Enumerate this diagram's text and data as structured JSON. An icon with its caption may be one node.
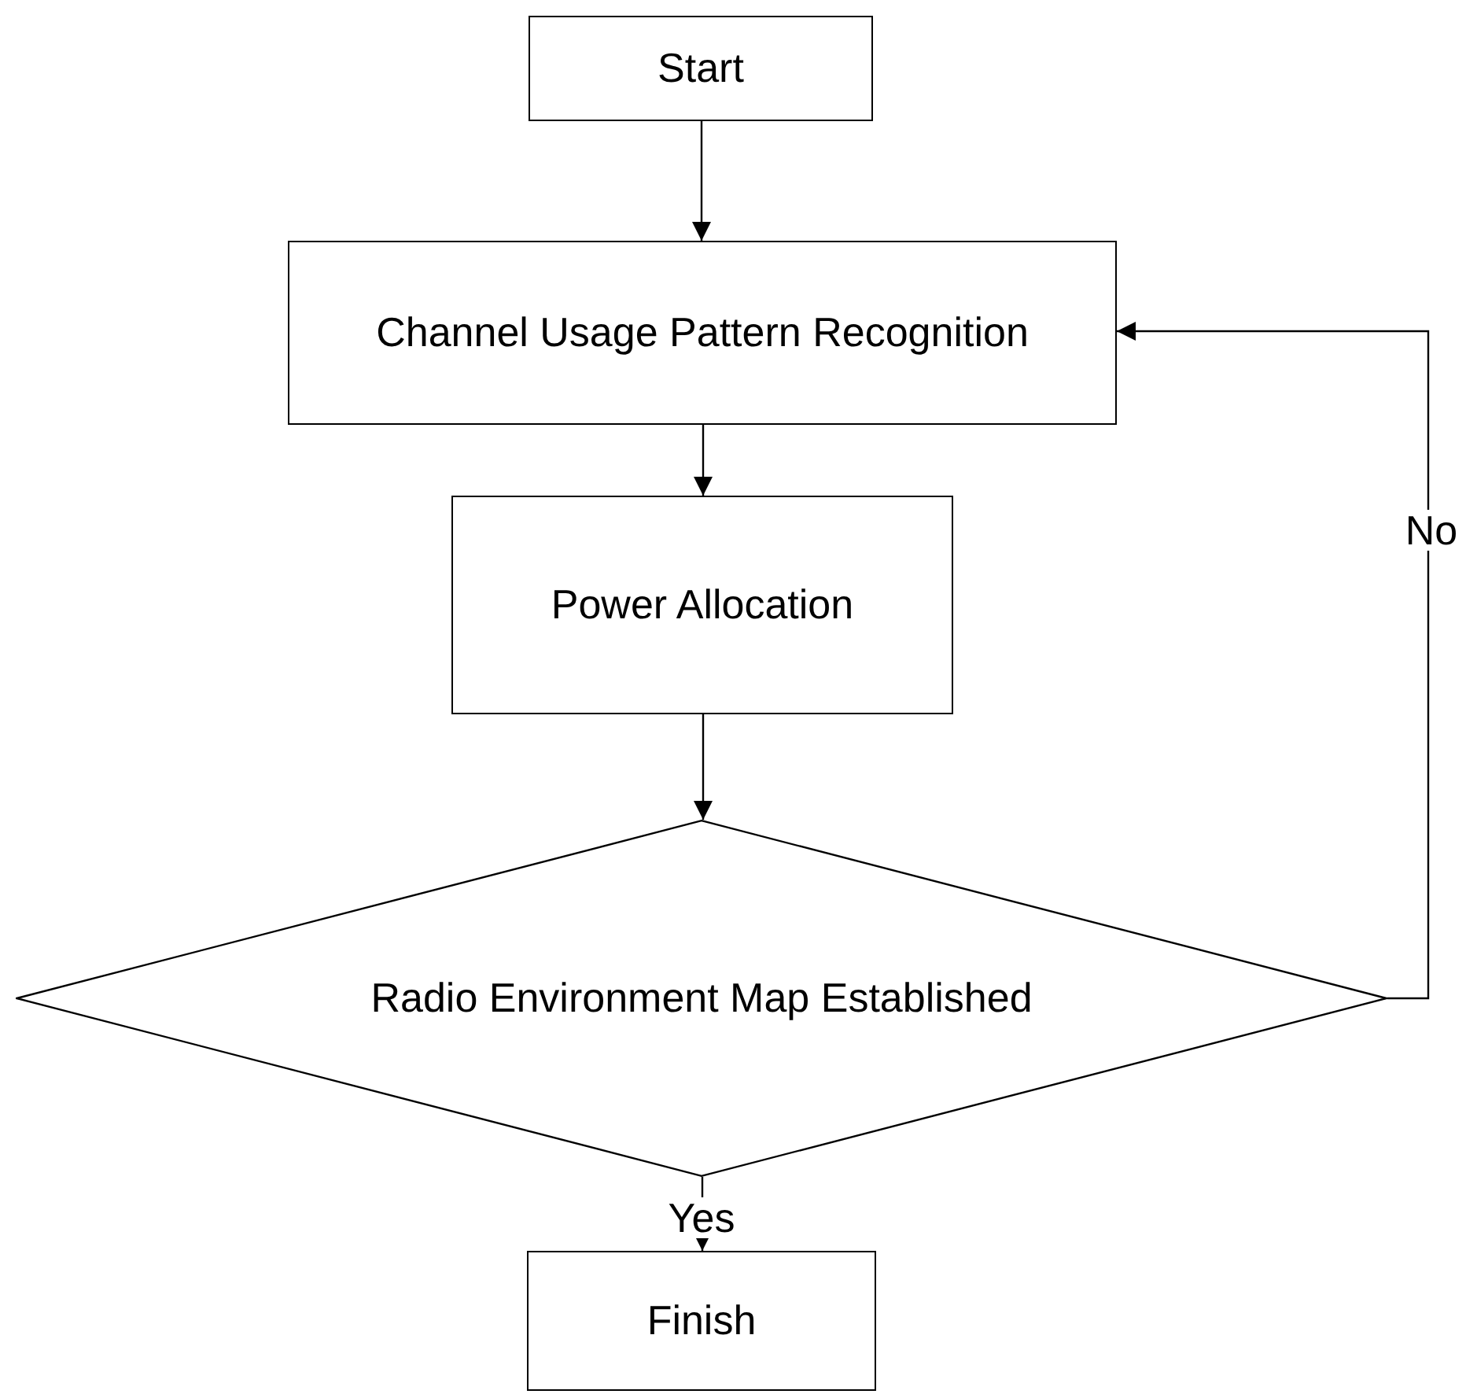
{
  "diagram": {
    "nodes": [
      {
        "text": [
          "Start"
        ]
      },
      {
        "text": [
          "Channel Usage Pattern Recognition"
        ]
      },
      {
        "text": [
          "Power Allocation"
        ]
      },
      {
        "text": [
          "Radio Environment Map Established"
        ]
      },
      {
        "text": [
          "Finish"
        ]
      }
    ],
    "edges": [
      {
        "from": 0,
        "to": 1,
        "arrow": "to"
      },
      {
        "from": 1,
        "to": 2,
        "arrow": "to"
      },
      {
        "from": 2,
        "to": 3,
        "arrow": "to"
      },
      {
        "from": 3,
        "to": 4,
        "arrow": "to",
        "label": "Yes"
      },
      {
        "from": 3,
        "to": 1,
        "arrow": "to",
        "label": "No"
      }
    ]
  }
}
